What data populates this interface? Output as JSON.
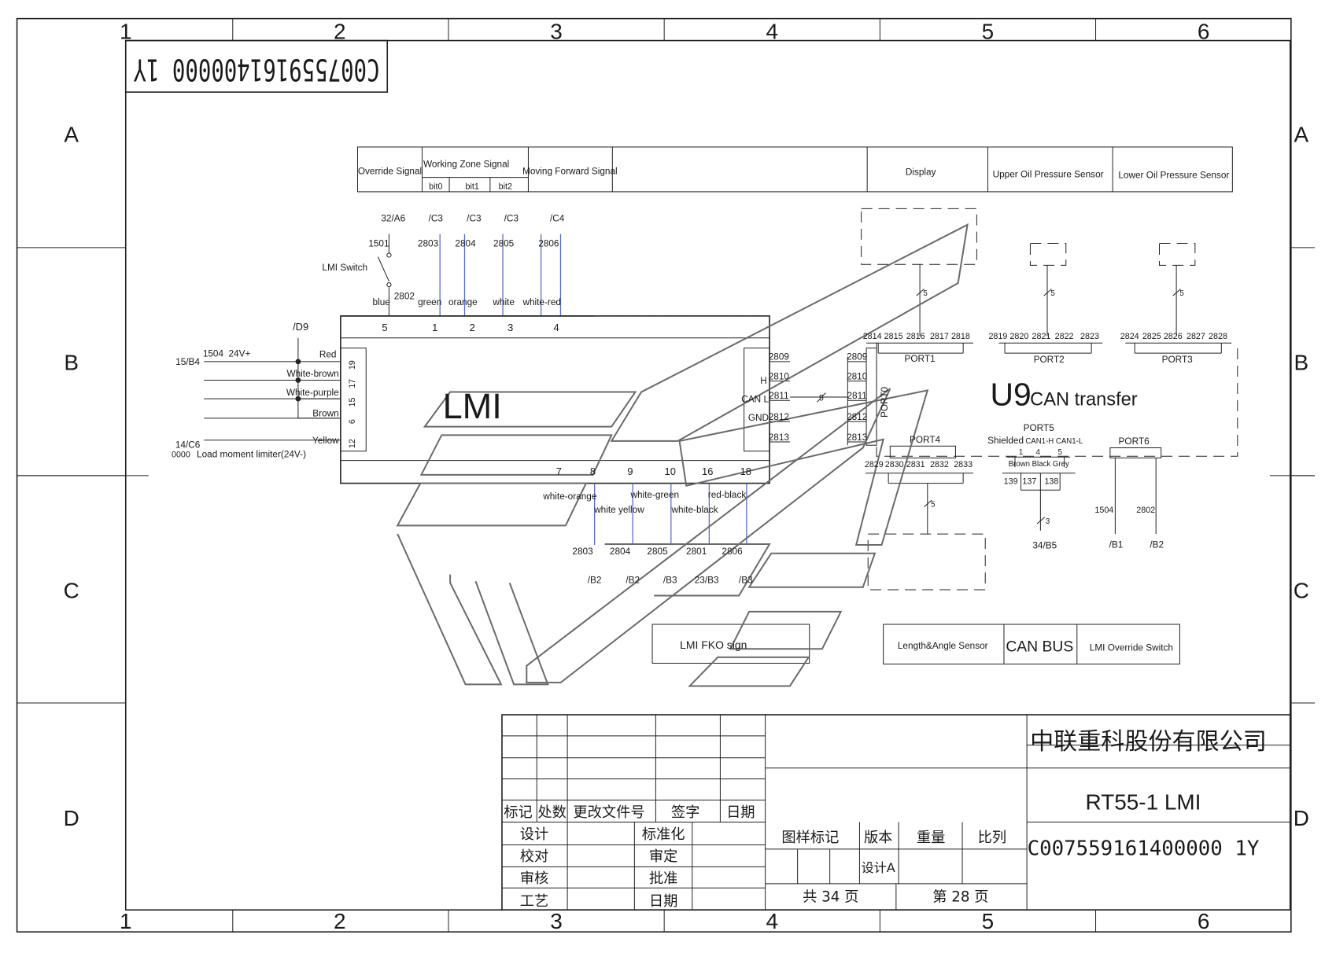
{
  "frame": {
    "columns": [
      "1",
      "2",
      "3",
      "4",
      "5",
      "6"
    ],
    "rows": [
      "A",
      "B",
      "C",
      "D"
    ]
  },
  "mirrored_code": "C007559161400000 1Y",
  "header_boxes": {
    "override": "Override Signal",
    "working_zone": "Working Zone Signal",
    "bits": [
      "bit0",
      "bit1",
      "bit2"
    ],
    "moving_forward": "Moving Forward Signal",
    "display": "Display",
    "upper_oil": "Upper Oil Pressure Sensor",
    "lower_oil": "Lower Oil Pressure Sensor"
  },
  "top_refs": [
    "32/A6",
    "/C3",
    "/C3",
    "/C3",
    "/C4"
  ],
  "top_wires": [
    "1501",
    "2803",
    "2804",
    "2805",
    "2806"
  ],
  "lmi_switch": "LMI Switch",
  "switch_wire": "2802",
  "colors_top": [
    "blue",
    "green",
    "orange",
    "white",
    "white-red"
  ],
  "lmi_top_pins": [
    "5",
    "1",
    "2",
    "3",
    "4"
  ],
  "lmi_label": "LMI",
  "left_power": {
    "ref_d9": "/D9",
    "ref_b4": "15/B4",
    "wire_1504": "1504",
    "v24": "24V+",
    "ref_c6": "14/C6",
    "wire_0000": "0000",
    "load_label": "Load moment limiter(24V-)",
    "colors": [
      "Red",
      "White-brown",
      "White-purple",
      "Brown",
      "Yellow"
    ],
    "pins": [
      "19",
      "17",
      "15",
      "6",
      "12"
    ]
  },
  "can_block": {
    "pins": [
      "2809",
      "2810",
      "2811",
      "2812",
      "2813"
    ],
    "labels": [
      "H",
      "CAN L",
      "GND"
    ],
    "cable_count": "5",
    "port0_pins": [
      "2809",
      "2810",
      "2811",
      "2812",
      "2813"
    ],
    "port0": "PORT0"
  },
  "bottom_pins": [
    "7",
    "8",
    "9",
    "10",
    "16",
    "18"
  ],
  "bottom_colors": [
    "white-orange",
    "white yellow",
    "white-green",
    "white-black",
    "red-black"
  ],
  "bottom_wires": [
    "2803",
    "2804",
    "2805",
    "2801",
    "2806"
  ],
  "bottom_refs": [
    "/B2",
    "/B2",
    "/B3",
    "23/B3",
    "/B3"
  ],
  "u9": {
    "title": "U9",
    "subtitle": "CAN transfer",
    "port1": "PORT1",
    "port2": "PORT2",
    "port3": "PORT3",
    "port4": "PORT4",
    "port5": "PORT5",
    "port6": "PORT6",
    "port1_pins": [
      "2814",
      "2815",
      "2816",
      "2817",
      "2818"
    ],
    "port2_pins": [
      "2819",
      "2820",
      "2821",
      "2822",
      "2823"
    ],
    "port3_pins": [
      "2824",
      "2825",
      "2826",
      "2827",
      "2828"
    ],
    "port4_pins": [
      "2829",
      "2830",
      "2831",
      "2832",
      "2833"
    ],
    "cable_five": "5",
    "shielded": "Shielded",
    "can1h": "CAN1-H",
    "can1l": "CAN1-L",
    "port5_pins": [
      "1",
      "4",
      "5"
    ],
    "port5_colors": "Brown Black Grey",
    "port5_wires": [
      "139",
      "137",
      "138"
    ],
    "cable_three": "3",
    "ref_34b5": "34/B5",
    "port6_wires": [
      "1504",
      "2802"
    ],
    "port6_refs": [
      "/B1",
      "/B2"
    ]
  },
  "lower_boxes": {
    "length_angle": "Length&Angle Sensor",
    "can_bus": "CAN BUS",
    "override_switch": "LMI Override Switch",
    "fko": "LMI FKO sign"
  },
  "title_block": {
    "company": "中联重科股份有限公司",
    "drawing_title": "RT55-1 LMI",
    "drawing_number": "C007559161400000 1Y",
    "rev_headers": [
      "标记",
      "处数",
      "更改文件号",
      "签字",
      "日期"
    ],
    "left_labels": [
      "设计",
      "校对",
      "审核",
      "工艺"
    ],
    "mid_labels": [
      "标准化",
      "审定",
      "批准",
      "日期"
    ],
    "meta_headers": [
      "图样标记",
      "版本",
      "重量",
      "比列"
    ],
    "version_value": "设计A",
    "total_pages": "共 34 页",
    "page_no": "第 28 页"
  },
  "colors": {
    "line": "#222222",
    "wire_blue": "#5a6cc7",
    "logo_mark": "#6a6a6a"
  }
}
